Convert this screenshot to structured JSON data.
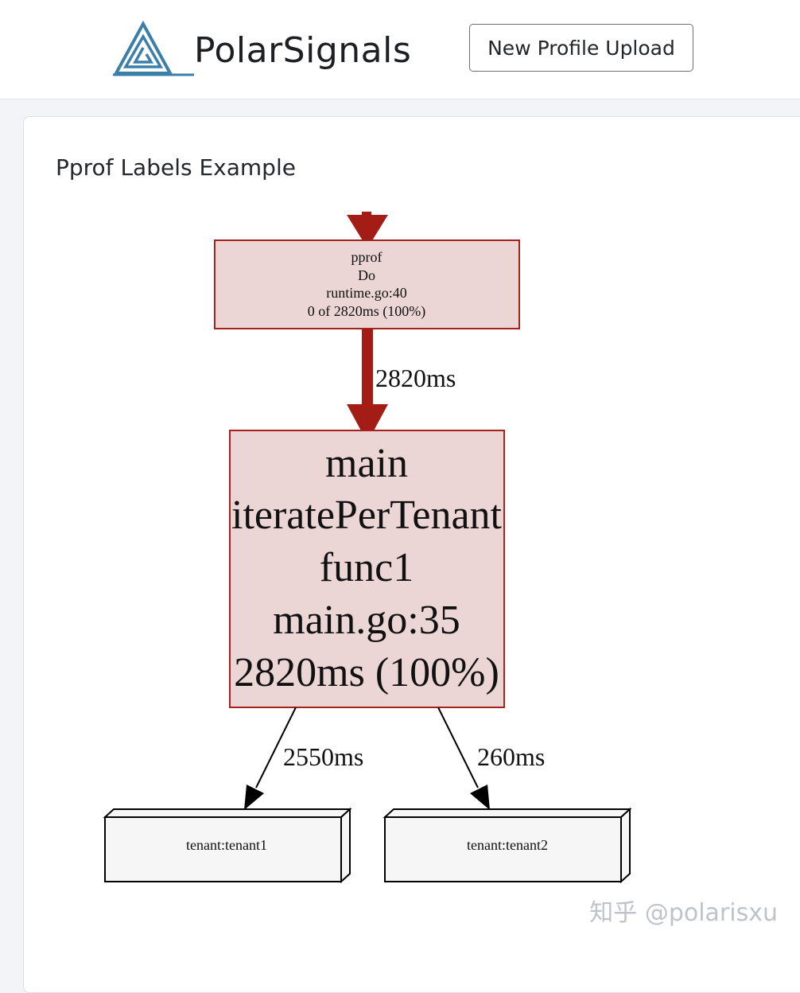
{
  "header": {
    "brand": "PolarSignals",
    "upload_button": "New Profile Upload"
  },
  "main": {
    "title": "Pprof Labels Example"
  },
  "graph": {
    "root_node": {
      "lines": [
        "pprof",
        "Do",
        "runtime.go:40",
        "0 of 2820ms (100%)"
      ]
    },
    "main_node": {
      "lines": [
        "main",
        "iteratePerTenant",
        "func1",
        "main.go:35",
        "2820ms (100%)"
      ]
    },
    "edges": [
      {
        "label": "2820ms"
      },
      {
        "label": "2550ms"
      },
      {
        "label": "260ms"
      }
    ],
    "tenant_nodes": [
      {
        "label": "tenant:tenant1"
      },
      {
        "label": "tenant:tenant2"
      }
    ],
    "colors": {
      "hot_edge": "#a31d16",
      "hot_fill": "#ebd5d5",
      "tenant_fill": "#f6f6f6"
    }
  },
  "watermark": "知乎 @polarisxu"
}
